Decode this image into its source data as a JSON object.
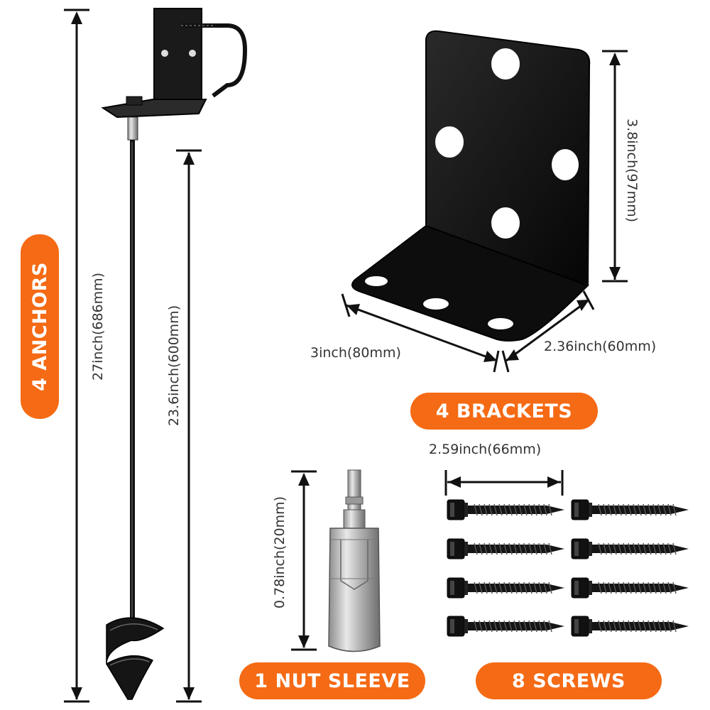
{
  "labels": {
    "anchors": "4 ANCHORS",
    "brackets": "4 BRACKETS",
    "nut_sleeve": "1 NUT SLEEVE",
    "screws": "8 SCREWS"
  },
  "dimensions": {
    "anchor_total": "27inch(686mm)",
    "anchor_shaft": "23.6inch(600mm)",
    "bracket_height": "3.8inch(97mm)",
    "bracket_width": "3inch(80mm)",
    "bracket_depth": "2.36inch(60mm)",
    "screw_length": "2.59inch(66mm)",
    "sleeve_length": "0.78inch(20mm)"
  },
  "colors": {
    "accent": "#f56a14",
    "metal_dark": "#111111",
    "text": "#333333"
  }
}
